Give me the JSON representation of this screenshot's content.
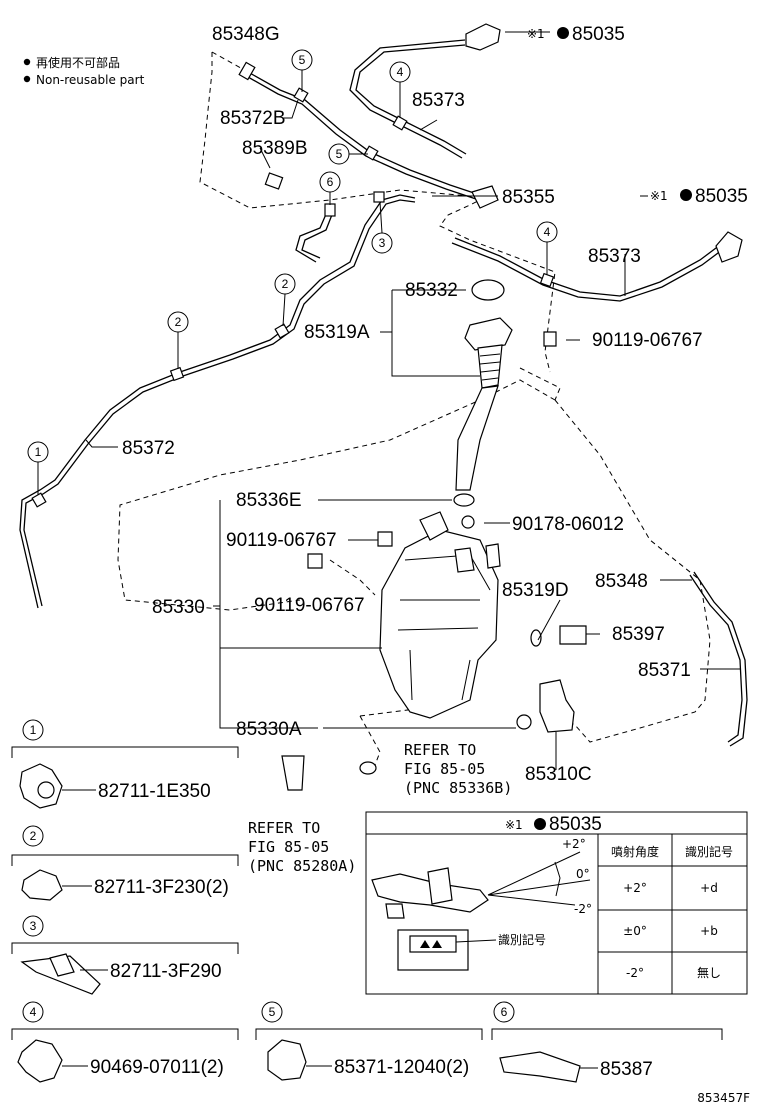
{
  "legend": {
    "jp": "再使用不可部品",
    "en": "Non-reusable part"
  },
  "callouts": {
    "c1": "1",
    "c2": "2",
    "c3": "3",
    "c4": "4",
    "c5": "5",
    "c6": "6"
  },
  "parts": {
    "p85348G": "85348G",
    "p85372B": "85372B",
    "p85389B": "85389B",
    "p85373a": "85373",
    "p85373b": "85373",
    "p85355": "85355",
    "p85035a": "85035",
    "p85035b": "85035",
    "p85332": "85332",
    "p85319A": "85319A",
    "p90119a": "90119-06767",
    "p85372": "85372",
    "p85336E": "85336E",
    "p90119b": "90119-06767",
    "p90178": "90178-06012",
    "p90119c": "90119-06767",
    "p85330": "85330",
    "p85319D": "85319D",
    "p85348": "85348",
    "p85397": "85397",
    "p85371": "85371",
    "p85330A": "85330A",
    "p85310C": "85310C"
  },
  "note_mark": "※1",
  "refer1": {
    "l1": "REFER TO",
    "l2": "FIG 85-05",
    "l3": "(PNC 85336B)"
  },
  "refer2": {
    "l1": "REFER TO",
    "l2": "FIG 85-05",
    "l3": "(PNC 85280A)"
  },
  "clips": {
    "c1": "82711-1E350",
    "c2": "82711-3F230(2)",
    "c3": "82711-3F290",
    "c4": "90469-07011(2)",
    "c5": "85371-12040(2)",
    "c6": "85387"
  },
  "detail": {
    "title_mark": "※1",
    "title_part": "85035",
    "angle_plus": "+2°",
    "angle_zero": "0°",
    "angle_minus": "-2°",
    "id_label": "識別記号",
    "headers": [
      "噴射角度",
      "識別記号"
    ],
    "rows": [
      [
        "+2°",
        "+d"
      ],
      [
        "±0°",
        "+b"
      ],
      [
        "-2°",
        "無し"
      ]
    ]
  },
  "figure_code": "853457F"
}
